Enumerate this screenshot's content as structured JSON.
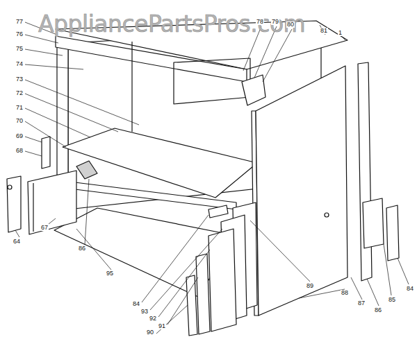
{
  "diagram": {
    "labels": [
      "AppliancePartsPros.com",
      "77",
      "76",
      "75",
      "74",
      "73",
      "72",
      "71",
      "70",
      "69",
      "68",
      "78",
      "79",
      "80",
      "81",
      "1",
      "64",
      "67",
      "86",
      "95",
      "84",
      "93",
      "92",
      "91",
      "90",
      "89",
      "88",
      "87",
      "86",
      "85",
      "84"
    ]
  }
}
